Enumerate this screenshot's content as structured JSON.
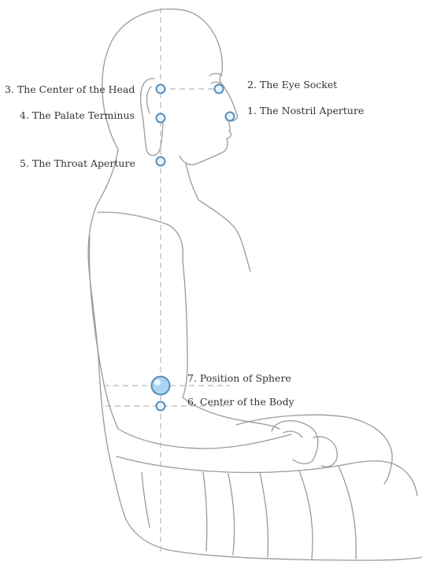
{
  "points": [
    {
      "id": "nostril",
      "label": "1. The Nostril Aperture"
    },
    {
      "id": "eye",
      "label": "2. The Eye Socket"
    },
    {
      "id": "head-center",
      "label": "3. The Center of the Head"
    },
    {
      "id": "palate",
      "label": "4. The Palate Terminus"
    },
    {
      "id": "throat",
      "label": "5. The Throat Aperture"
    },
    {
      "id": "body-center",
      "label": "6. Center of the Body"
    },
    {
      "id": "sphere",
      "label": "7. Position of Sphere"
    }
  ],
  "colors": {
    "point_stroke": "#5a8db8",
    "point_fill": "#e8f3fb",
    "sphere_fill": "#a9d5f2",
    "outline": "#9a9a9a",
    "guide": "#b8b8b8",
    "text": "#333333"
  }
}
